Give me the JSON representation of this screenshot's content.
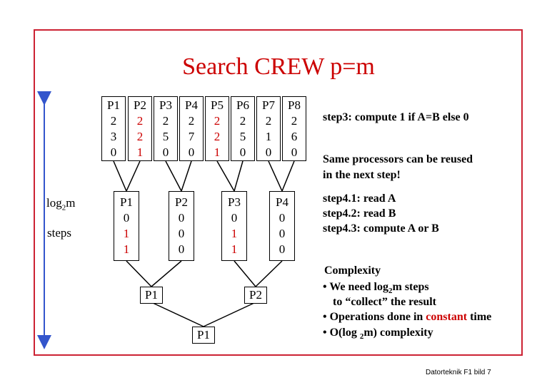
{
  "title": "Search CREW p=m",
  "top_processors": [
    {
      "label": "P1",
      "a": "2",
      "b": "3",
      "r": "0",
      "a_red": false
    },
    {
      "label": "P2",
      "a": "2",
      "b": "2",
      "r": "1",
      "a_red": true
    },
    {
      "label": "P3",
      "a": "2",
      "b": "5",
      "r": "0",
      "a_red": false
    },
    {
      "label": "P4",
      "a": "2",
      "b": "7",
      "r": "0",
      "a_red": false
    },
    {
      "label": "P5",
      "a": "2",
      "b": "2",
      "r": "1",
      "a_red": true
    },
    {
      "label": "P6",
      "a": "2",
      "b": "5",
      "r": "0",
      "a_red": false
    },
    {
      "label": "P7",
      "a": "2",
      "b": "1",
      "r": "0",
      "a_red": false
    },
    {
      "label": "P8",
      "a": "2",
      "b": "6",
      "r": "0",
      "a_red": false
    }
  ],
  "level2": [
    {
      "label": "P1",
      "a": "0",
      "b": "1",
      "r": "1"
    },
    {
      "label": "P2",
      "a": "0",
      "b": "0",
      "r": "0"
    },
    {
      "label": "P3",
      "a": "0",
      "b": "1",
      "r": "1"
    },
    {
      "label": "P4",
      "a": "0",
      "b": "0",
      "r": "0"
    }
  ],
  "level3": [
    "P1",
    "P2"
  ],
  "level4": [
    "P1"
  ],
  "side_label": {
    "log_prefix": "log",
    "log_sub": "2",
    "log_suffix": "m",
    "steps": "steps"
  },
  "notes": {
    "step3": "step3: compute 1 if A=B else 0",
    "reuse_line1": "Same processors can be reused",
    "reuse_line2": "in the next step!",
    "step41": "step4.1: read A",
    "step42": "step4.2: read B",
    "step43": "step4.3: compute A or B",
    "complexity_title": "Complexity",
    "c1_prefix": "• We need log",
    "c1_sub": "2",
    "c1_suffix": "m steps",
    "c1_line2": "to “collect” the result",
    "c2_prefix": "• Operations done in ",
    "c2_red": "constant",
    "c2_suffix": " time",
    "c3_prefix": "• O(log ",
    "c3_sub": "2",
    "c3_suffix": "m) complexity"
  },
  "footer": "Datorteknik F1 bild 7",
  "colors": {
    "accent": "#cc0000",
    "frame": "#cc2233",
    "arrow": "#3355cc"
  }
}
